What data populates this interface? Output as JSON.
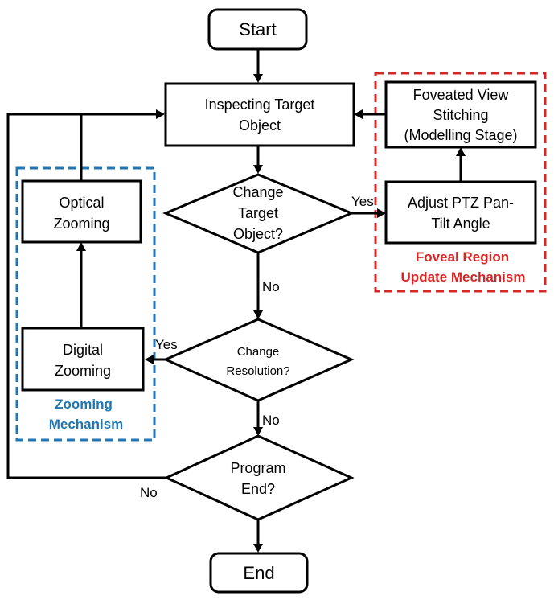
{
  "nodes": {
    "start": "Start",
    "inspect": [
      "Inspecting Target",
      "Object"
    ],
    "change_target": [
      "Change",
      "Target",
      "Object?"
    ],
    "change_resolution": [
      "Change",
      "Resolution?"
    ],
    "program_end": [
      "Program",
      "End?"
    ],
    "end": "End",
    "foveated": [
      "Foveated View",
      "Stitching",
      "(Modelling Stage)"
    ],
    "adjust_ptz": [
      "Adjust PTZ Pan-",
      "Tilt Angle"
    ],
    "optical": [
      "Optical",
      "Zooming"
    ],
    "digital": [
      "Digital",
      "Zooming"
    ]
  },
  "edge_labels": {
    "target_yes": "Yes",
    "target_no": "No",
    "resolution_yes": "Yes",
    "resolution_no": "No",
    "end_no": "No"
  },
  "groups": {
    "foveal": {
      "title": [
        "Foveal Region",
        "Update Mechanism"
      ],
      "color": "#d62728"
    },
    "zooming": {
      "title": [
        "Zooming",
        "Mechanism"
      ],
      "color": "#1f77b4"
    }
  }
}
